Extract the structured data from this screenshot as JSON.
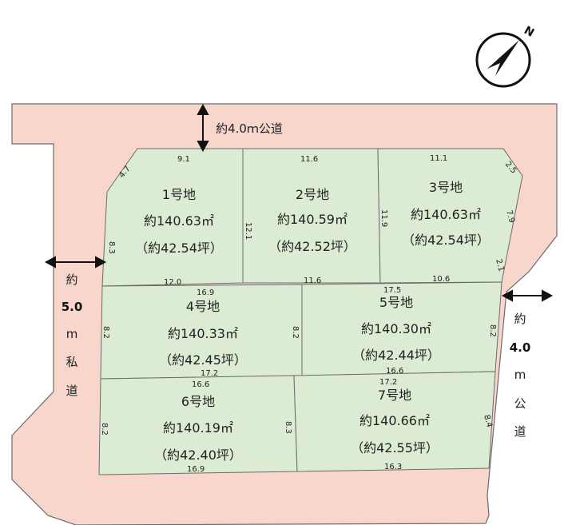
{
  "compass": {
    "label": "N",
    "icon": "north-arrow-icon"
  },
  "colors": {
    "road": "#f9d6cc",
    "lot": "#dcebd3",
    "border": "#6b6b6b"
  },
  "roads": {
    "top": {
      "label": "約4.0ｍ公道"
    },
    "left": {
      "chars": [
        "約",
        "5.0",
        "m",
        "私",
        "道"
      ]
    },
    "right": {
      "chars": [
        "約",
        "4.0",
        "m",
        "公",
        "道"
      ]
    }
  },
  "lots": [
    {
      "name": "1号地",
      "area": "約140.63㎡",
      "tsubo": "（約42.54坪）"
    },
    {
      "name": "2号地",
      "area": "約140.59㎡",
      "tsubo": "（約42.52坪）"
    },
    {
      "name": "3号地",
      "area": "約140.63㎡",
      "tsubo": "（約42.54坪）"
    },
    {
      "name": "4号地",
      "area": "約140.33㎡",
      "tsubo": "（約42.45坪）"
    },
    {
      "name": "5号地",
      "area": "約140.30㎡",
      "tsubo": "（約42.44坪）"
    },
    {
      "name": "6号地",
      "area": "約140.19㎡",
      "tsubo": "（約42.40坪）"
    },
    {
      "name": "7号地",
      "area": "約140.66㎡",
      "tsubo": "（約42.55坪）"
    }
  ],
  "dimensions": {
    "top1": "9.1",
    "top2": "11.6",
    "top3": "11.1",
    "chamfer_left": "4.7",
    "chamfer_right": "2.5",
    "lot1_left": "8.3",
    "lot1_right": "12.1",
    "lot2_right": "11.9",
    "lot3_right_a": "7.9",
    "lot3_right_b": "2.1",
    "row1_bottom1": "12.0",
    "row1_bottom2": "11.6",
    "row1_bottom3": "10.6",
    "lot4_top": "16.9",
    "lot5_top": "17.5",
    "lot4_left": "8.2",
    "lot4_right": "8.2",
    "lot5_right": "8.2",
    "lot4_bottom": "17.2",
    "lot5_bottom": "16.6",
    "lot6_top": "16.6",
    "lot7_top": "17.2",
    "lot6_left": "8.2",
    "lot6_right": "8.3",
    "lot7_right": "8.4",
    "lot6_bottom": "16.9",
    "lot7_bottom": "16.3"
  }
}
